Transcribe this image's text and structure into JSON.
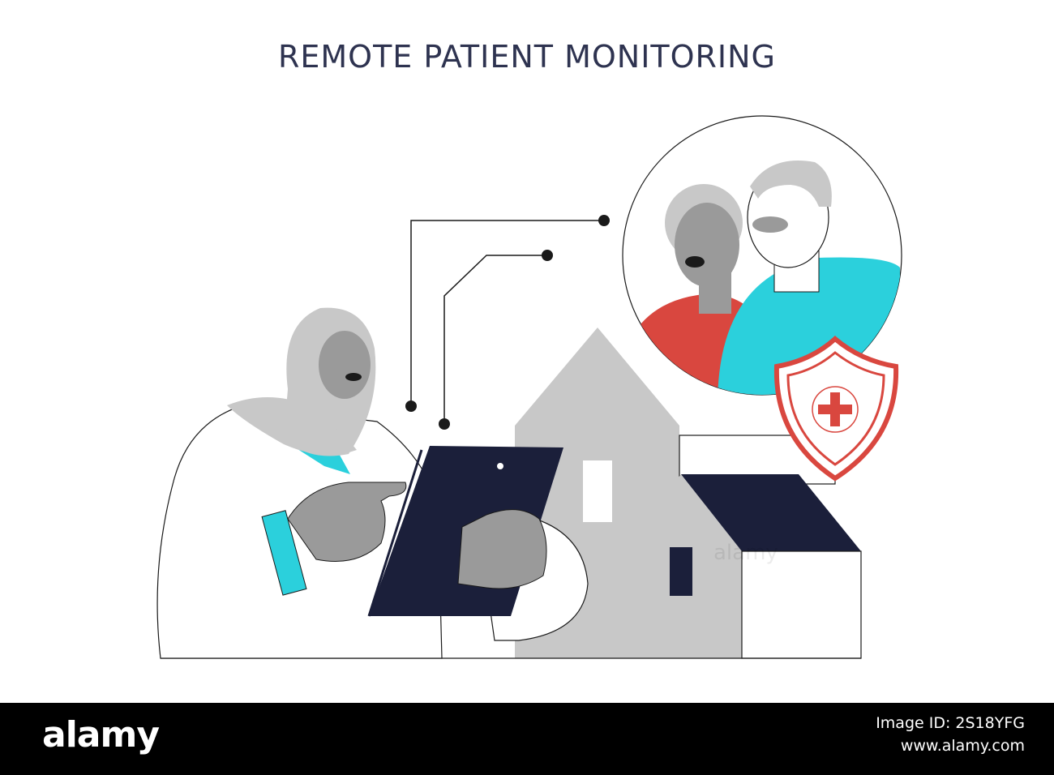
{
  "title": "REMOTE PATIENT MONITORING",
  "colors": {
    "title": "#2e3350",
    "gray": "#c8c8c8",
    "dark_gray": "#9a9a9a",
    "navy": "#1b1f3a",
    "teal": "#2bd0dc",
    "red": "#d9473f",
    "outline": "#1a1a1a"
  },
  "icons": [
    "doctor-figure",
    "tablet-device",
    "house-icon",
    "elderly-couple-avatar",
    "shield-medical-icon",
    "connection-line"
  ],
  "watermark": "alamy",
  "footer": {
    "logo": "alamy",
    "image_id": "Image ID: 2S18YFG",
    "site": "www.alamy.com"
  }
}
